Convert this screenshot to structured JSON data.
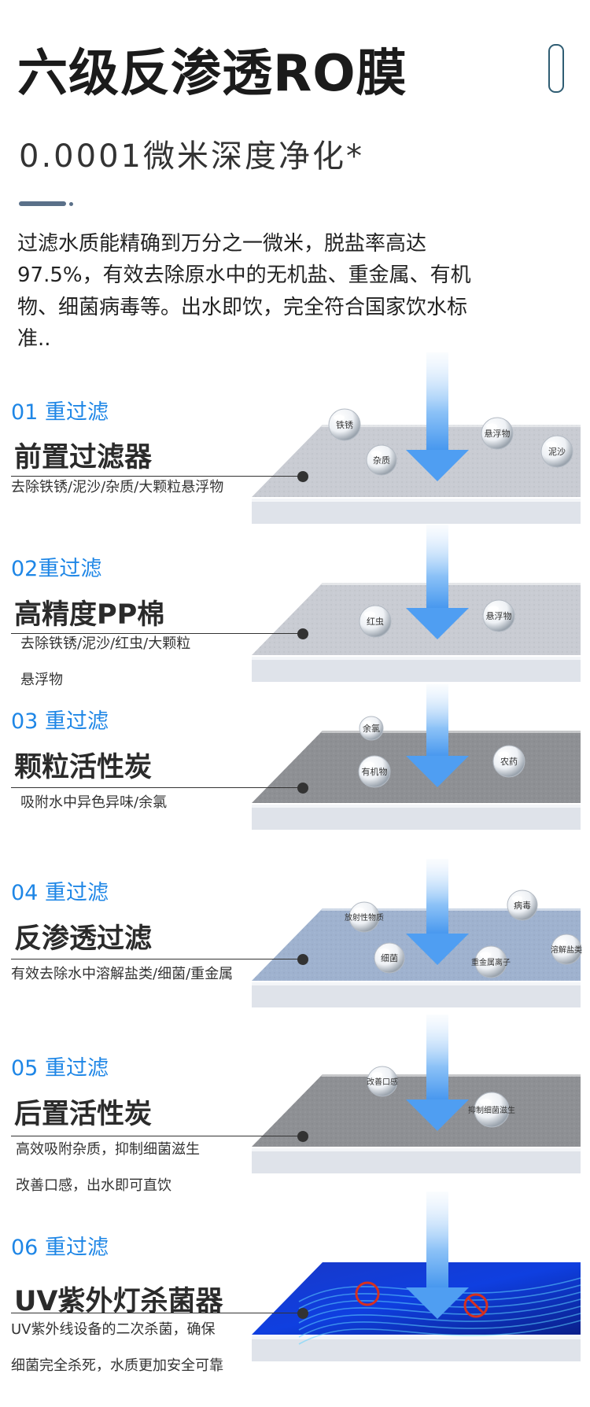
{
  "header": {
    "title": "六级反渗透RO膜",
    "subtitle": "0.0001微米深度净化*",
    "intro": "过滤水质能精确到万分之一微米，脱盐率高达97.5%，有效去除原水中的无机盐、重金属、有机物、细菌病毒等。出水即饮，完全符合国家饮水标准.."
  },
  "stages": [
    {
      "num": "01 重过滤",
      "name": "前置过滤器",
      "desc": [
        "去除铁锈/泥沙/杂质/大颗粒悬浮物"
      ],
      "particles": [
        "铁锈",
        "杂质",
        "悬浮物",
        "泥沙"
      ]
    },
    {
      "num": "02重过滤",
      "name": "高精度PP棉",
      "desc": [
        "去除铁锈/泥沙/红虫/大颗粒",
        "悬浮物"
      ],
      "particles": [
        "红虫",
        "悬浮物"
      ]
    },
    {
      "num": "03 重过滤",
      "name": "颗粒活性炭",
      "desc": [
        "吸附水中异色异味/余氯"
      ],
      "particles": [
        "余氯",
        "有机物",
        "农药"
      ]
    },
    {
      "num": "04 重过滤",
      "name": "反渗透过滤",
      "desc": [
        "有效去除水中溶解盐类/细菌/重金属"
      ],
      "particles": [
        "放射性物质",
        "细菌",
        "重金属离子",
        "病毒",
        "溶解盐类"
      ]
    },
    {
      "num": "05 重过滤",
      "name": "后置活性炭",
      "desc": [
        "高效吸附杂质，抑制细菌滋生",
        "改善口感，出水即可直饮"
      ],
      "particles": [
        "改善口感",
        "抑制细菌滋生"
      ]
    },
    {
      "num": "06 重过滤",
      "name": "UV紫外灯杀菌器",
      "desc": [
        "UV紫外线设备的二次杀菌，确保",
        "细菌完全杀死，水质更加安全可靠"
      ],
      "particles": []
    }
  ],
  "colors": {
    "accent": "#1e86e6",
    "arrow": "#5aa8f5",
    "layer_light": "#c9ccd3",
    "layer_carbon": "#8e9094",
    "layer_ro": "#9fb2cf",
    "uv": "#1a3fd6"
  }
}
